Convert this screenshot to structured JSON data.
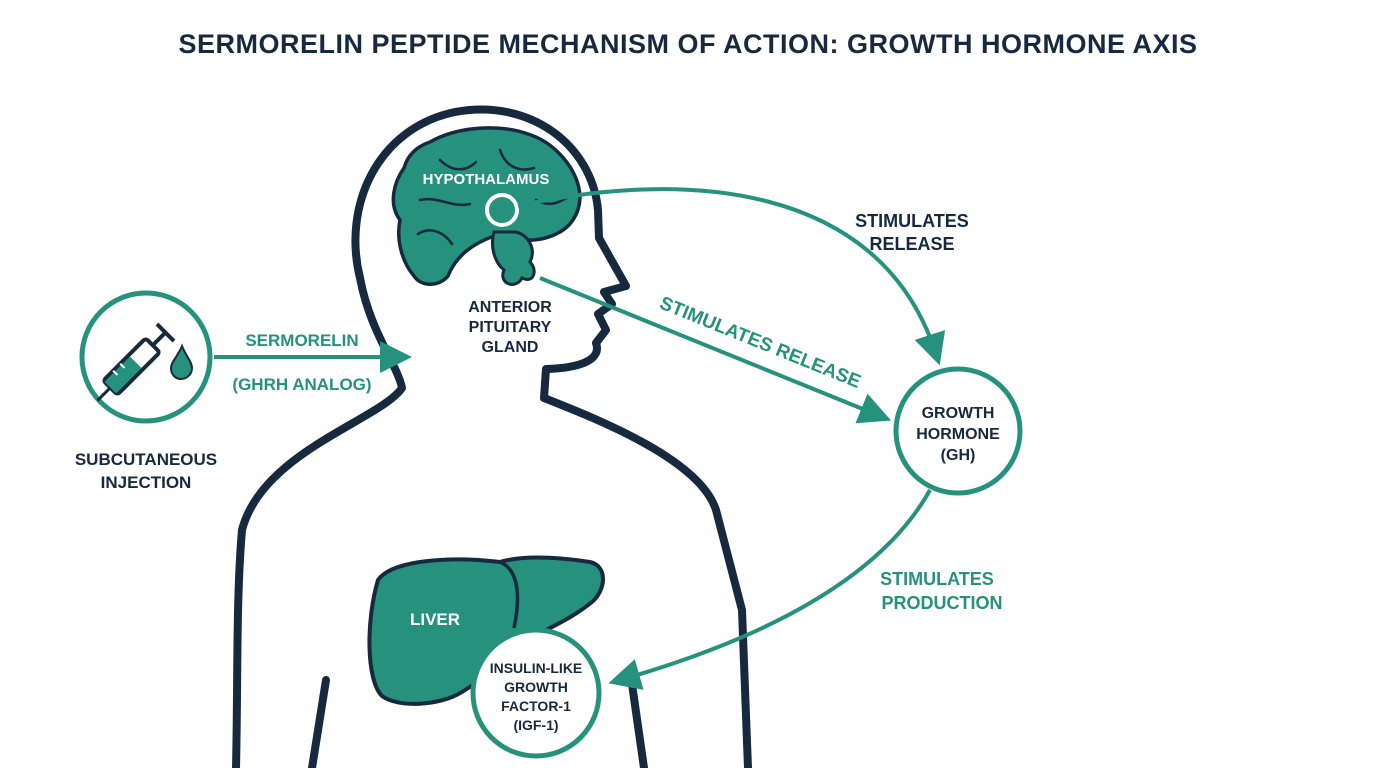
{
  "title": "SERMORELIN PEPTIDE MECHANISM OF ACTION: GROWTH HORMONE AXIS",
  "colors": {
    "navy": "#17293f",
    "teal": "#26917c",
    "background": "#ffffff"
  },
  "icons": {
    "injection": "syringe-icon",
    "drop": "drop-icon"
  },
  "injection": {
    "label_line1": "SUBCUTANEOUS",
    "label_line2": "INJECTION",
    "drug_line1": "SERMORELIN",
    "drug_line2": "(GHRH ANALOG)"
  },
  "hypothalamus": {
    "label": "HYPOTHALAMUS"
  },
  "pituitary": {
    "line1": "ANTERIOR",
    "line2": "PITUITARY",
    "line3": "GLAND"
  },
  "arrows": {
    "hypothalamus_to_pituitary_line1": "STIMULATES",
    "hypothalamus_to_pituitary_line2": "RELEASE",
    "pituitary_to_gh": "STIMULATES RELEASE",
    "gh_to_liver_line1": "STIMULATES",
    "gh_to_liver_line2": "PRODUCTION"
  },
  "growth_hormone": {
    "line1": "GROWTH",
    "line2": "HORMONE",
    "line3": "(GH)"
  },
  "liver": {
    "label": "LIVER"
  },
  "igf1": {
    "line1": "INSULIN-LIKE",
    "line2": "GROWTH",
    "line3": "FACTOR-1",
    "line4": "(IGF-1)"
  }
}
